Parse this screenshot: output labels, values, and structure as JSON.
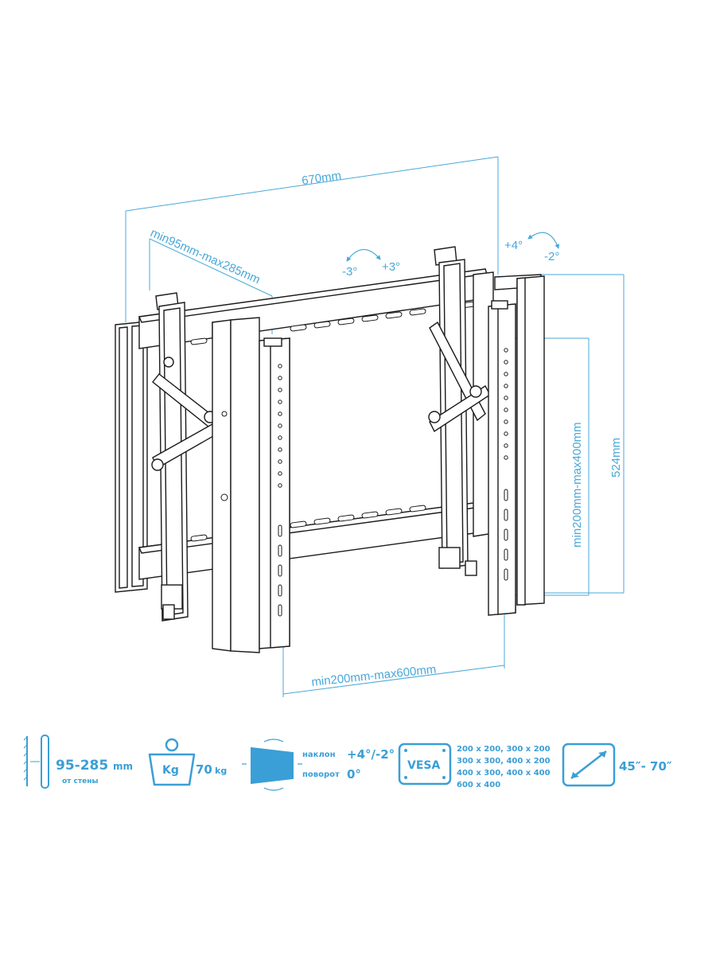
{
  "dimensions": {
    "width": "670mm",
    "depth_range": "min95mm-max285mm",
    "tilt_left_neg": "-3°",
    "tilt_left_pos": "+3°",
    "tilt_right_pos": "+4°",
    "tilt_right_neg": "-2°",
    "height": "524mm",
    "vertical_range": "min200mm-max400mm",
    "horizontal_range": "min200mm-max600mm"
  },
  "specs": {
    "wall_distance_value": "95-285",
    "wall_distance_unit": "mm",
    "wall_distance_caption": "от стены",
    "weight_icon_label": "Kg",
    "weight_value": "70",
    "weight_unit": "kg",
    "tilt_label": "наклон",
    "tilt_value": "+4°/-2°",
    "swivel_label": "поворот",
    "swivel_value": "0°",
    "vesa_label": "VESA",
    "vesa_sizes": [
      "200 x 200, 300 x 200",
      "300 x 300, 400 x 200",
      "400 x 300, 400 x 400",
      "600 x 400"
    ],
    "screen_size": "45″- 70″"
  },
  "colors": {
    "accent": "#3a9fd6",
    "drawing": "#1a1a1a",
    "background": "#ffffff"
  }
}
